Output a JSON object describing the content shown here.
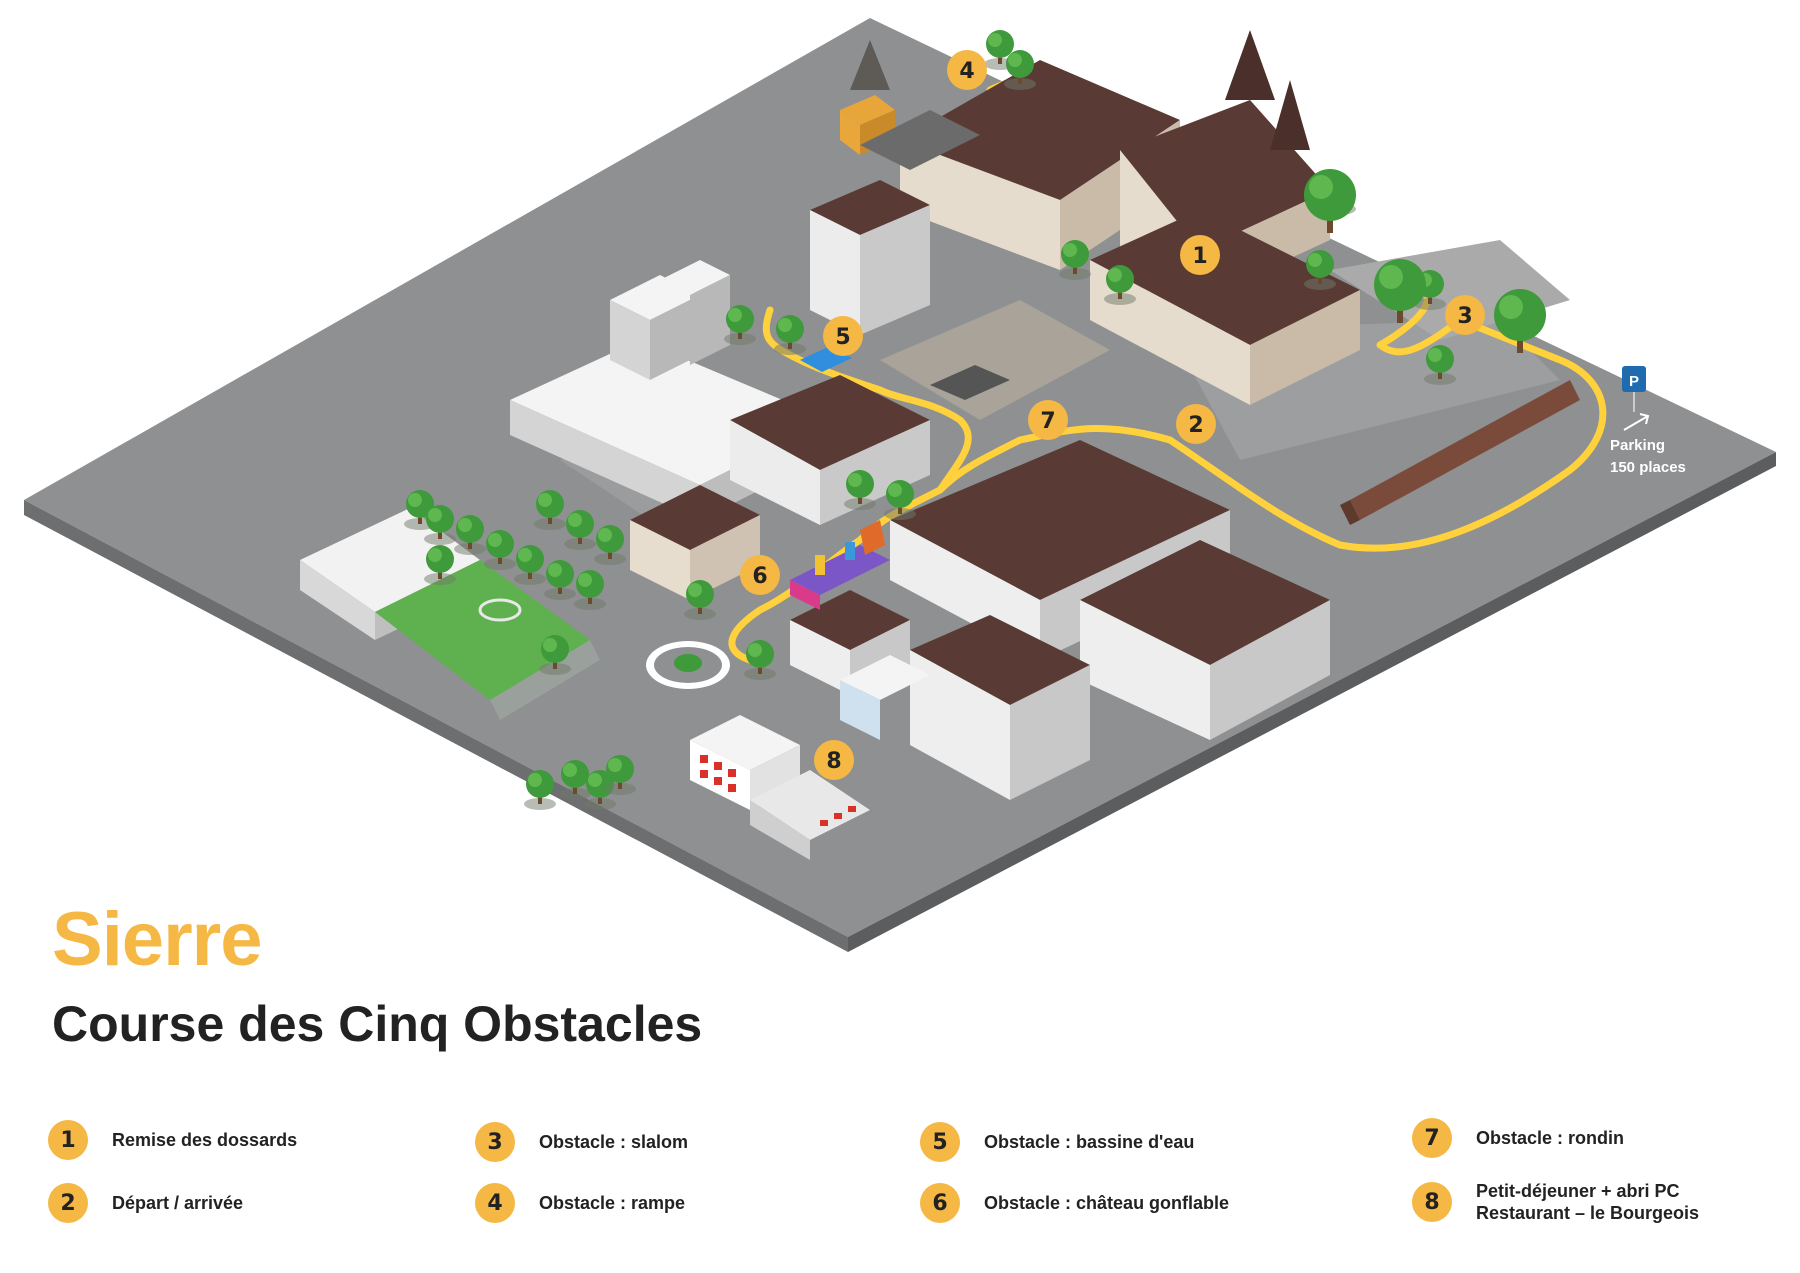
{
  "header": {
    "city": "Sierre",
    "event": "Course des Cinq Obstacles"
  },
  "map": {
    "parking": {
      "sign": "P",
      "line1": "Parking",
      "line2": "150 places"
    },
    "markers": [
      "1",
      "2",
      "3",
      "4",
      "5",
      "6",
      "7",
      "8"
    ]
  },
  "legend": [
    {
      "num": "1",
      "label": "Remise  des dossards"
    },
    {
      "num": "2",
      "label": "Départ / arrivée"
    },
    {
      "num": "3",
      "label": "Obstacle : slalom"
    },
    {
      "num": "4",
      "label": "Obstacle : rampe"
    },
    {
      "num": "5",
      "label": "Obstacle : bassine d'eau"
    },
    {
      "num": "6",
      "label": "Obstacle : château gonflable"
    },
    {
      "num": "7",
      "label": "Obstacle : rondin"
    },
    {
      "num": "8",
      "label": "Petit-déjeuner + abri PC",
      "label2": "Restaurant – le Bourgeois"
    }
  ],
  "colors": {
    "accent": "#f5b845",
    "ground": "#8e9091",
    "roof": "#5a3a35",
    "route": "#ffd13d",
    "tree": "#3e9a3a",
    "grass": "#5fb04f",
    "parking_sign": "#1e6bb0"
  },
  "icons": {
    "marker": "numbered-circle",
    "parking": "parking-sign-icon",
    "arrow": "arrow-up-right-icon"
  }
}
